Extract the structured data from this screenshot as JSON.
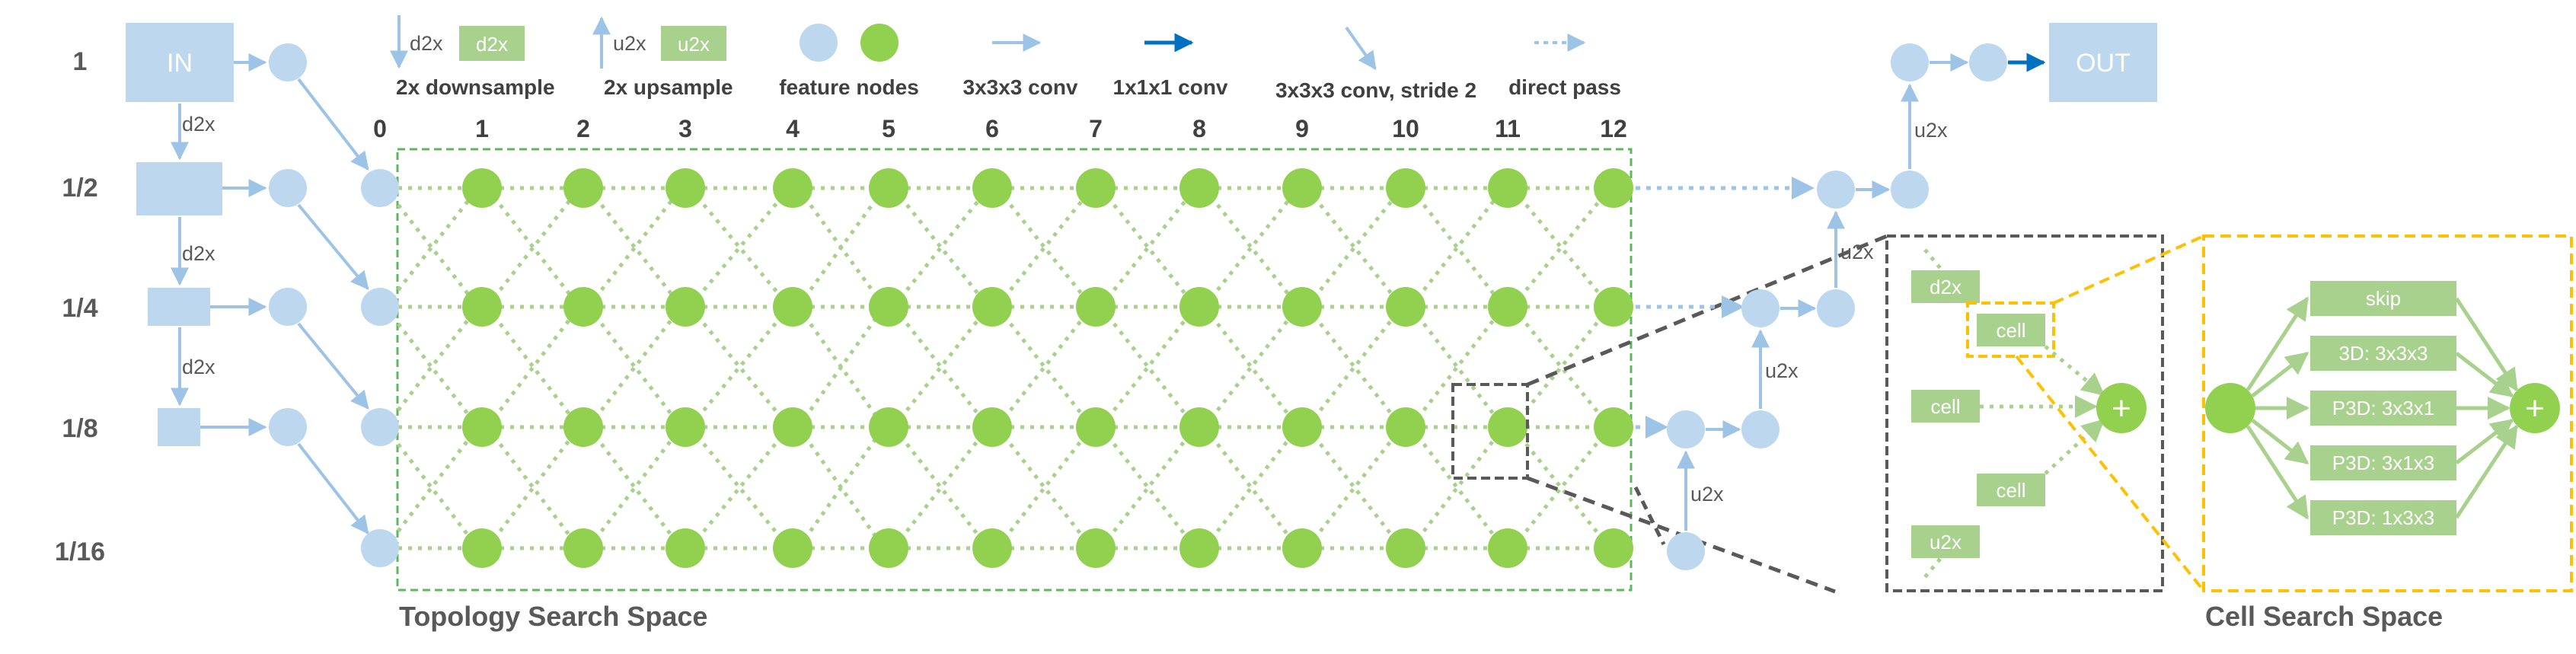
{
  "scales": [
    "1",
    "1/2",
    "1/4",
    "1/8",
    "1/16"
  ],
  "columns": [
    "0",
    "1",
    "2",
    "3",
    "4",
    "5",
    "6",
    "7",
    "8",
    "9",
    "10",
    "11",
    "12"
  ],
  "stem": {
    "input_label": "IN",
    "output_label": "OUT",
    "down_label": "d2x",
    "up_label": "u2x"
  },
  "legend": {
    "downsample": {
      "tag": "d2x",
      "caption": "2x downsample"
    },
    "upsample": {
      "tag": "u2x",
      "caption": "2x upsample"
    },
    "feature_nodes": "feature nodes",
    "conv3": "3x3x3 conv",
    "conv1": "1x1x1 conv",
    "conv3_stride": "3x3x3 conv, stride 2",
    "direct_pass": "direct pass"
  },
  "cell_inputs": {
    "d2x": "d2x",
    "cell_top": "cell",
    "cell_mid": "cell",
    "cell_bottom": "cell",
    "u2x": "u2x",
    "sum": "+"
  },
  "cell_ops": [
    "skip",
    "3D: 3x3x3",
    "P3D: 3x3x1",
    "P3D: 3x1x3",
    "P3D: 1x3x3"
  ],
  "captions": {
    "topology": "Topology Search Space",
    "cell": "Cell Search Space"
  },
  "colors": {
    "blue_node": "#bdd7ee",
    "blue_line": "#9dc3e6",
    "dark_blue": "#0070c0",
    "green_node": "#92d050",
    "green_edge": "#a9d18e",
    "green_box": "#a9d18e",
    "orange": "#ffc000",
    "gray_dash": "#595959"
  }
}
